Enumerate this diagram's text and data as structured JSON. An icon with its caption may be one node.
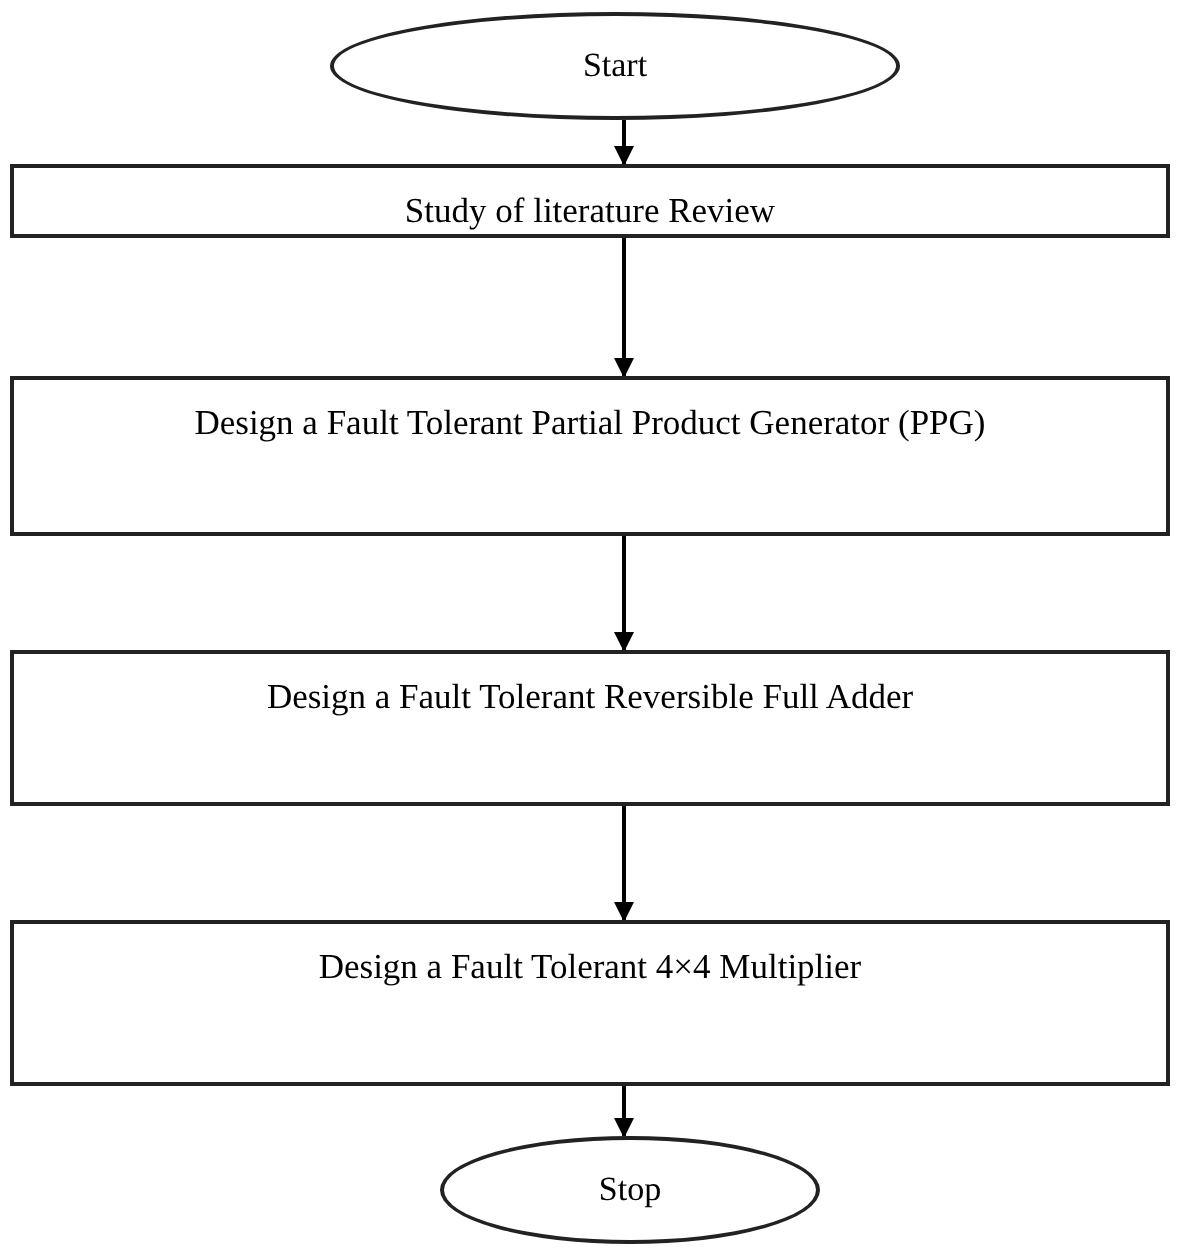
{
  "diagram": {
    "nodes": [
      {
        "text": [
          "Start"
        ]
      },
      {
        "text": [
          "Study of literature Review"
        ]
      },
      {
        "text": [
          "Design a Fault Tolerant Partial Product Generator (PPG)"
        ]
      },
      {
        "text": [
          "Design a Fault Tolerant Reversible Full Adder"
        ]
      },
      {
        "text": [
          "Design a Fault Tolerant 4×4 Multiplier"
        ]
      },
      {
        "text": [
          "Stop"
        ]
      }
    ],
    "edges": [
      {
        "from": 0,
        "to": 1,
        "arrow": "to"
      },
      {
        "from": 1,
        "to": 2,
        "arrow": "to"
      },
      {
        "from": 2,
        "to": 3,
        "arrow": "to"
      },
      {
        "from": 3,
        "to": 4,
        "arrow": "to"
      },
      {
        "from": 4,
        "to": 5,
        "arrow": "to"
      }
    ]
  }
}
